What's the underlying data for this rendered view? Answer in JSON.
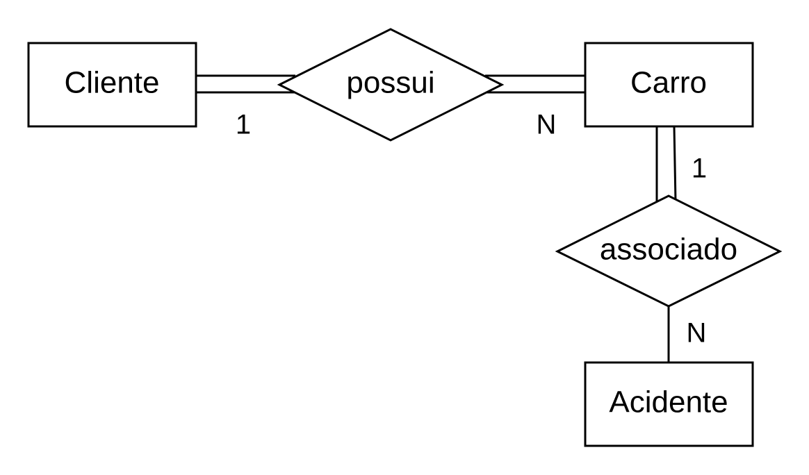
{
  "diagram": {
    "entities": {
      "cliente": "Cliente",
      "carro": "Carro",
      "acidente": "Acidente"
    },
    "relationships": {
      "possui": "possui",
      "associado": "associado"
    },
    "cardinalities": {
      "possui_cliente": "1",
      "possui_carro": "N",
      "associado_carro": "1",
      "associado_acidente": "N"
    },
    "participation": {
      "cliente_possui": "total",
      "possui_carro": "total",
      "carro_associado": "total",
      "associado_acidente": "partial"
    }
  }
}
